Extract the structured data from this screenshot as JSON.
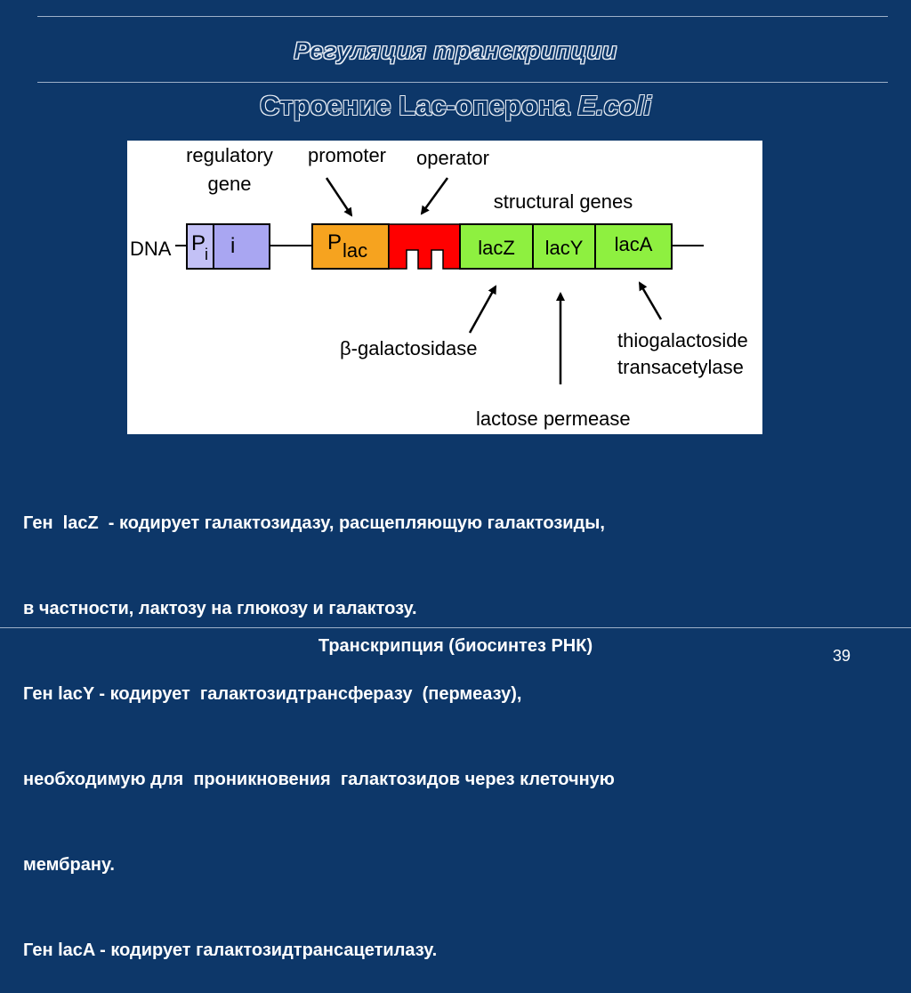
{
  "slide": {
    "title": "Регуляция транскрипции",
    "subtitle_main": "Строение Lac-оперона ",
    "subtitle_italic": "E.coli",
    "footer": "Транскрипция (биосинтез РНК)",
    "page_number": "39"
  },
  "diagram": {
    "labels": {
      "regulatory_line1": "regulatory",
      "regulatory_line2": "gene",
      "promoter": "promoter",
      "operator": "operator",
      "structural": "structural genes",
      "dna": "DNA",
      "beta_gal": "β-galactosidase",
      "permease": "lactose permease",
      "transacetylase_line1": "thiogalactoside",
      "transacetylase_line2": "transacetylase"
    },
    "segments": {
      "pi_main": "P",
      "pi_sub": "i",
      "i": "i",
      "plac_main": "P",
      "plac_sub": "lac",
      "lacz": "lacZ",
      "lacy": "lacY",
      "laca": "lacA"
    },
    "colors": {
      "regulatory": "#a9a6f2",
      "pi": "#c3c1f6",
      "promoter": "#f6a31f",
      "operator": "#ff0000",
      "structural": "#8ef040"
    }
  },
  "body": {
    "line1": "Ген  lacZ  - кодирует галактозидазу, расщепляющую галактозиды,",
    "line2": "в частности, лактозу на глюкозу и галактозу.",
    "line3": "Ген lacY - кодирует  галактозидтрансферазу  (пермеазу),",
    "line4": "необходимую для  проникновения  галактозидов через клеточную",
    "line5": "мембрану.",
    "line6": "Ген lacA - кодирует галактозидтрансацетилазу."
  }
}
